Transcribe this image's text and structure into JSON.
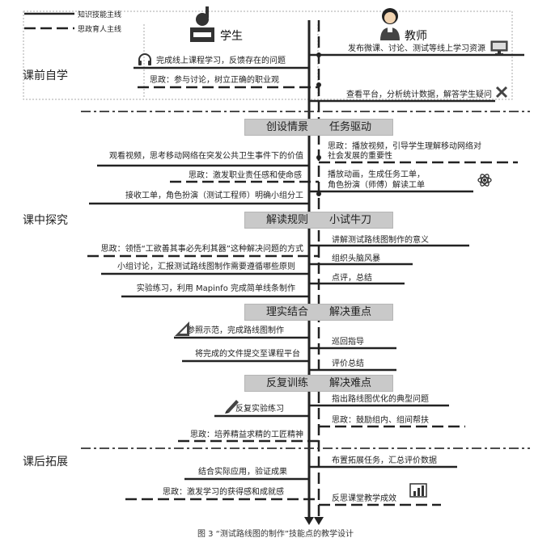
{
  "legend": {
    "solid_label": "知识技能主线",
    "dashed_label": "思政育人主线"
  },
  "roles": {
    "student": "学生",
    "teacher": "教师"
  },
  "phases": {
    "pre": "课前自学",
    "in": "课中探究",
    "post": "课后拓展"
  },
  "banners": [
    {
      "left": "创设情景",
      "right": "任务驱动"
    },
    {
      "left": "解读规则",
      "right": "小试牛刀"
    },
    {
      "left": "理实结合",
      "right": "解决重点"
    },
    {
      "left": "反复训练",
      "right": "解决难点"
    }
  ],
  "student_steps": [
    "完成线上课程学习，反馈存在的问题",
    "思政：参与讨论，树立正确的职业观",
    "观看视频，思考移动网络在突发公共卫生事件下的价值",
    "思政：激发职业责任感和使命感",
    "接收工单，角色扮演（测试工程师）明确小组分工",
    "思政：领悟“工欲善其事必先利其器”这种解决问题的方式",
    "小组讨论，汇报测试路线图制作需要遵循哪些原则",
    "实验练习，利用 Mapinfo 完成简单线条制作",
    "参照示范，完成路线图制作",
    "将完成的文件提交至课程平台",
    "反复实验练习",
    "思政：培养精益求精的工匠精神",
    "结合实际应用，验证成果",
    "思政：激发学习的获得感和成就感"
  ],
  "teacher_steps": [
    "发布微课、讨论、测试等线上学习资源",
    "查看平台，分析统计数据，解答学生疑问",
    "思政：播放视频，引导学生理解移动网络对",
    "社会发展的重要性",
    "播放动画，生成任务工单，",
    "角色扮演（师傅）解读工单",
    "讲解测试路线图制作的意义",
    "组织头脑风暴",
    "点评，总结",
    "巡回指导",
    "评价总结",
    "指出路线图优化的典型问题",
    "思政：鼓励组内、组间帮扶",
    "布置拓展任务，汇总评价数据",
    "反思课堂教学成效"
  ],
  "icons": [
    "headphones-icon",
    "monitor-icon",
    "tools-icon",
    "atom-icon",
    "ruler-icon",
    "pen-icon",
    "bar-chart-icon"
  ],
  "caption": "图 3 “测试路线图的制作”技能点的教学设计"
}
